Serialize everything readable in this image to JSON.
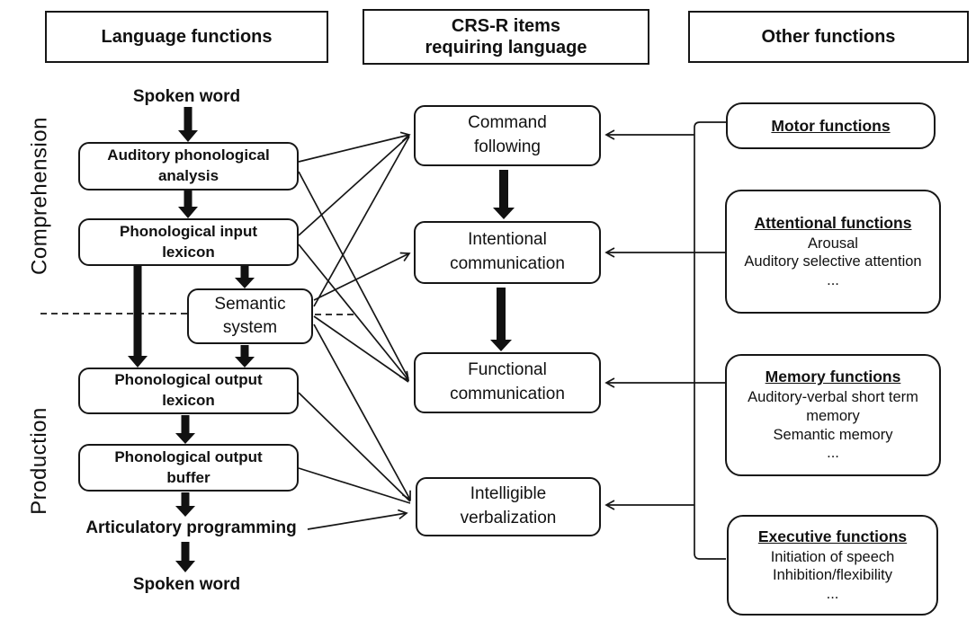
{
  "headers": {
    "language": "Language functions",
    "crsr_line1": "CRS-R items",
    "crsr_line2": "requiring language",
    "other": "Other functions"
  },
  "side_labels": {
    "comprehension": "Comprehension",
    "production": "Production"
  },
  "language_column": {
    "spoken_word_top": "Spoken word",
    "auditory": [
      "Auditory phonological",
      "analysis"
    ],
    "input_lexicon": [
      "Phonological input",
      "lexicon"
    ],
    "semantic": [
      "Semantic",
      "system"
    ],
    "output_lexicon": [
      "Phonological output",
      "lexicon"
    ],
    "output_buffer": [
      "Phonological output",
      "buffer"
    ],
    "articulatory": "Articulatory programming",
    "spoken_word_bottom": "Spoken word"
  },
  "crsr_column": {
    "command": [
      "Command",
      "following"
    ],
    "intentional": [
      "Intentional",
      "communication"
    ],
    "functional": [
      "Functional",
      "communication"
    ],
    "intelligible": [
      "Intelligible",
      "verbalization"
    ]
  },
  "other_column": {
    "motor": {
      "title": "Motor functions"
    },
    "attentional": {
      "title": "Attentional functions",
      "items": [
        "Arousal",
        "Auditory selective attention",
        "..."
      ]
    },
    "memory": {
      "title": "Memory functions",
      "items": [
        "Auditory-verbal short term memory",
        "Semantic memory",
        "..."
      ]
    },
    "executive": {
      "title": "Executive functions",
      "items": [
        "Initiation of speech",
        "Inhibition/flexibility",
        "..."
      ]
    }
  },
  "colors": {
    "ink": "#161616",
    "background": "#ffffff"
  }
}
